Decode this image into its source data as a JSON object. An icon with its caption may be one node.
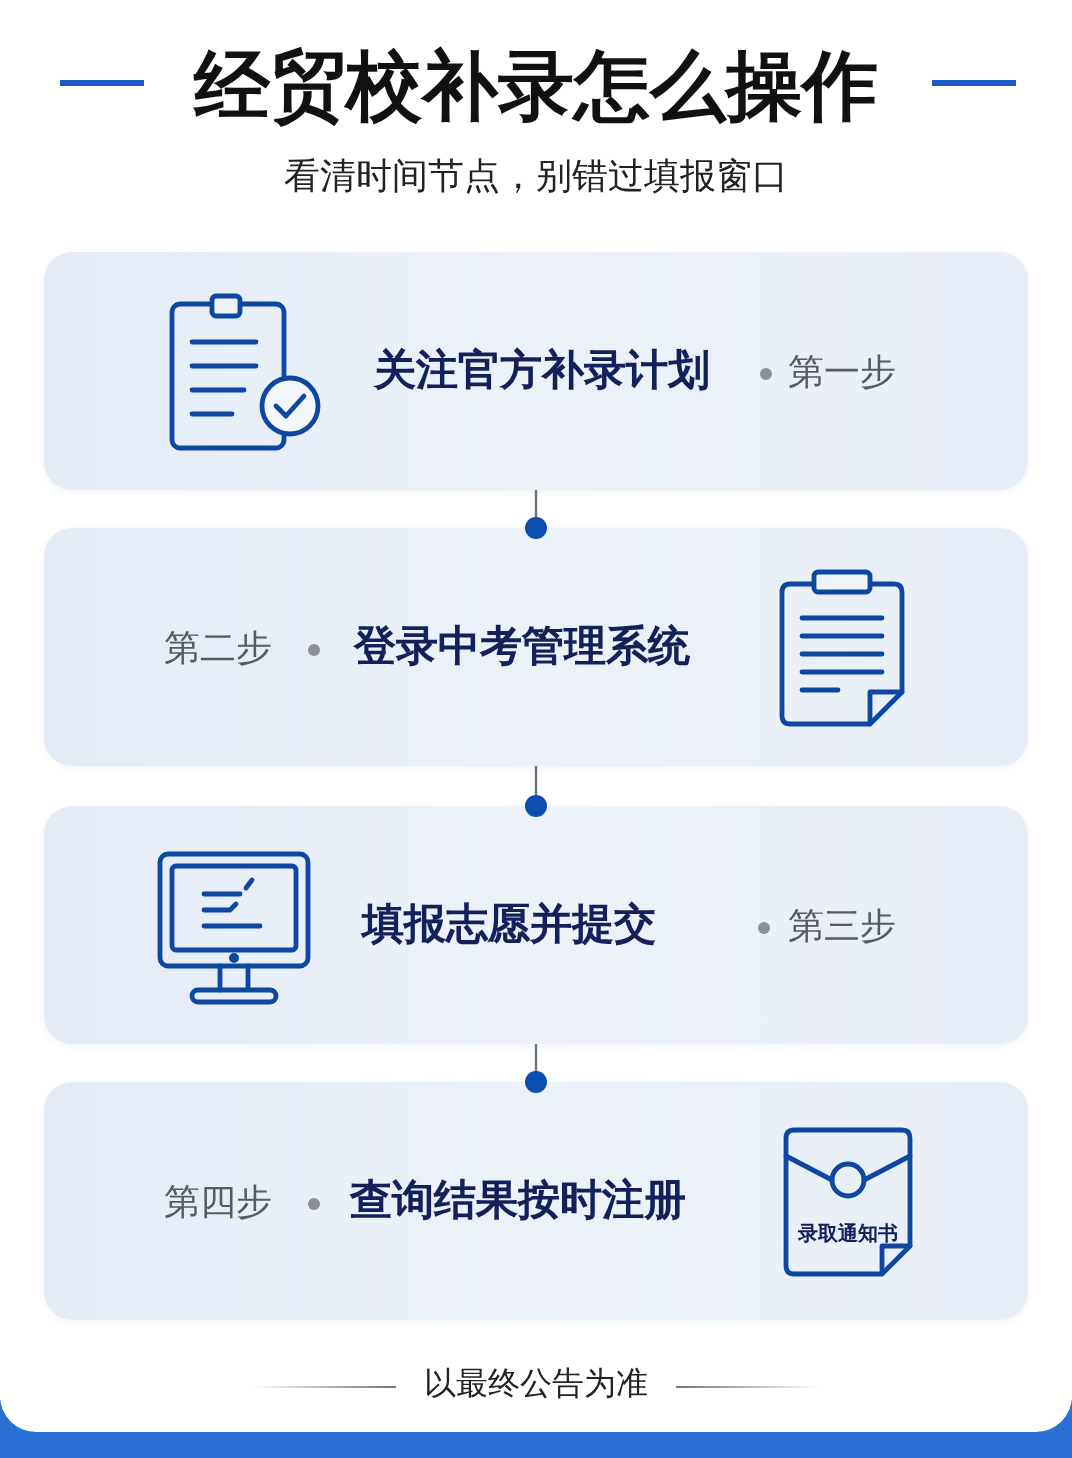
{
  "diagram": {
    "title": "经贸校补录怎么操作",
    "nodes": [
      {
        "text": [
          "关注官方补录计划",
          "第一步"
        ]
      },
      {
        "text": [
          "第二步",
          "登录中考管理系统"
        ]
      },
      {
        "text": [
          "填报志愿并提交",
          "第三步"
        ]
      },
      {
        "text": [
          "第四步",
          "查询结果按时注册",
          "录取通知书"
        ]
      }
    ],
    "edges": [
      {
        "from": 0,
        "to": 1,
        "arrow": "other"
      },
      {
        "from": 1,
        "to": 2,
        "arrow": "other"
      },
      {
        "from": 2,
        "to": 3,
        "arrow": "other"
      }
    ],
    "labels": [
      "看清时间节点，别错过填报窗口",
      "以最终公告为准"
    ]
  }
}
